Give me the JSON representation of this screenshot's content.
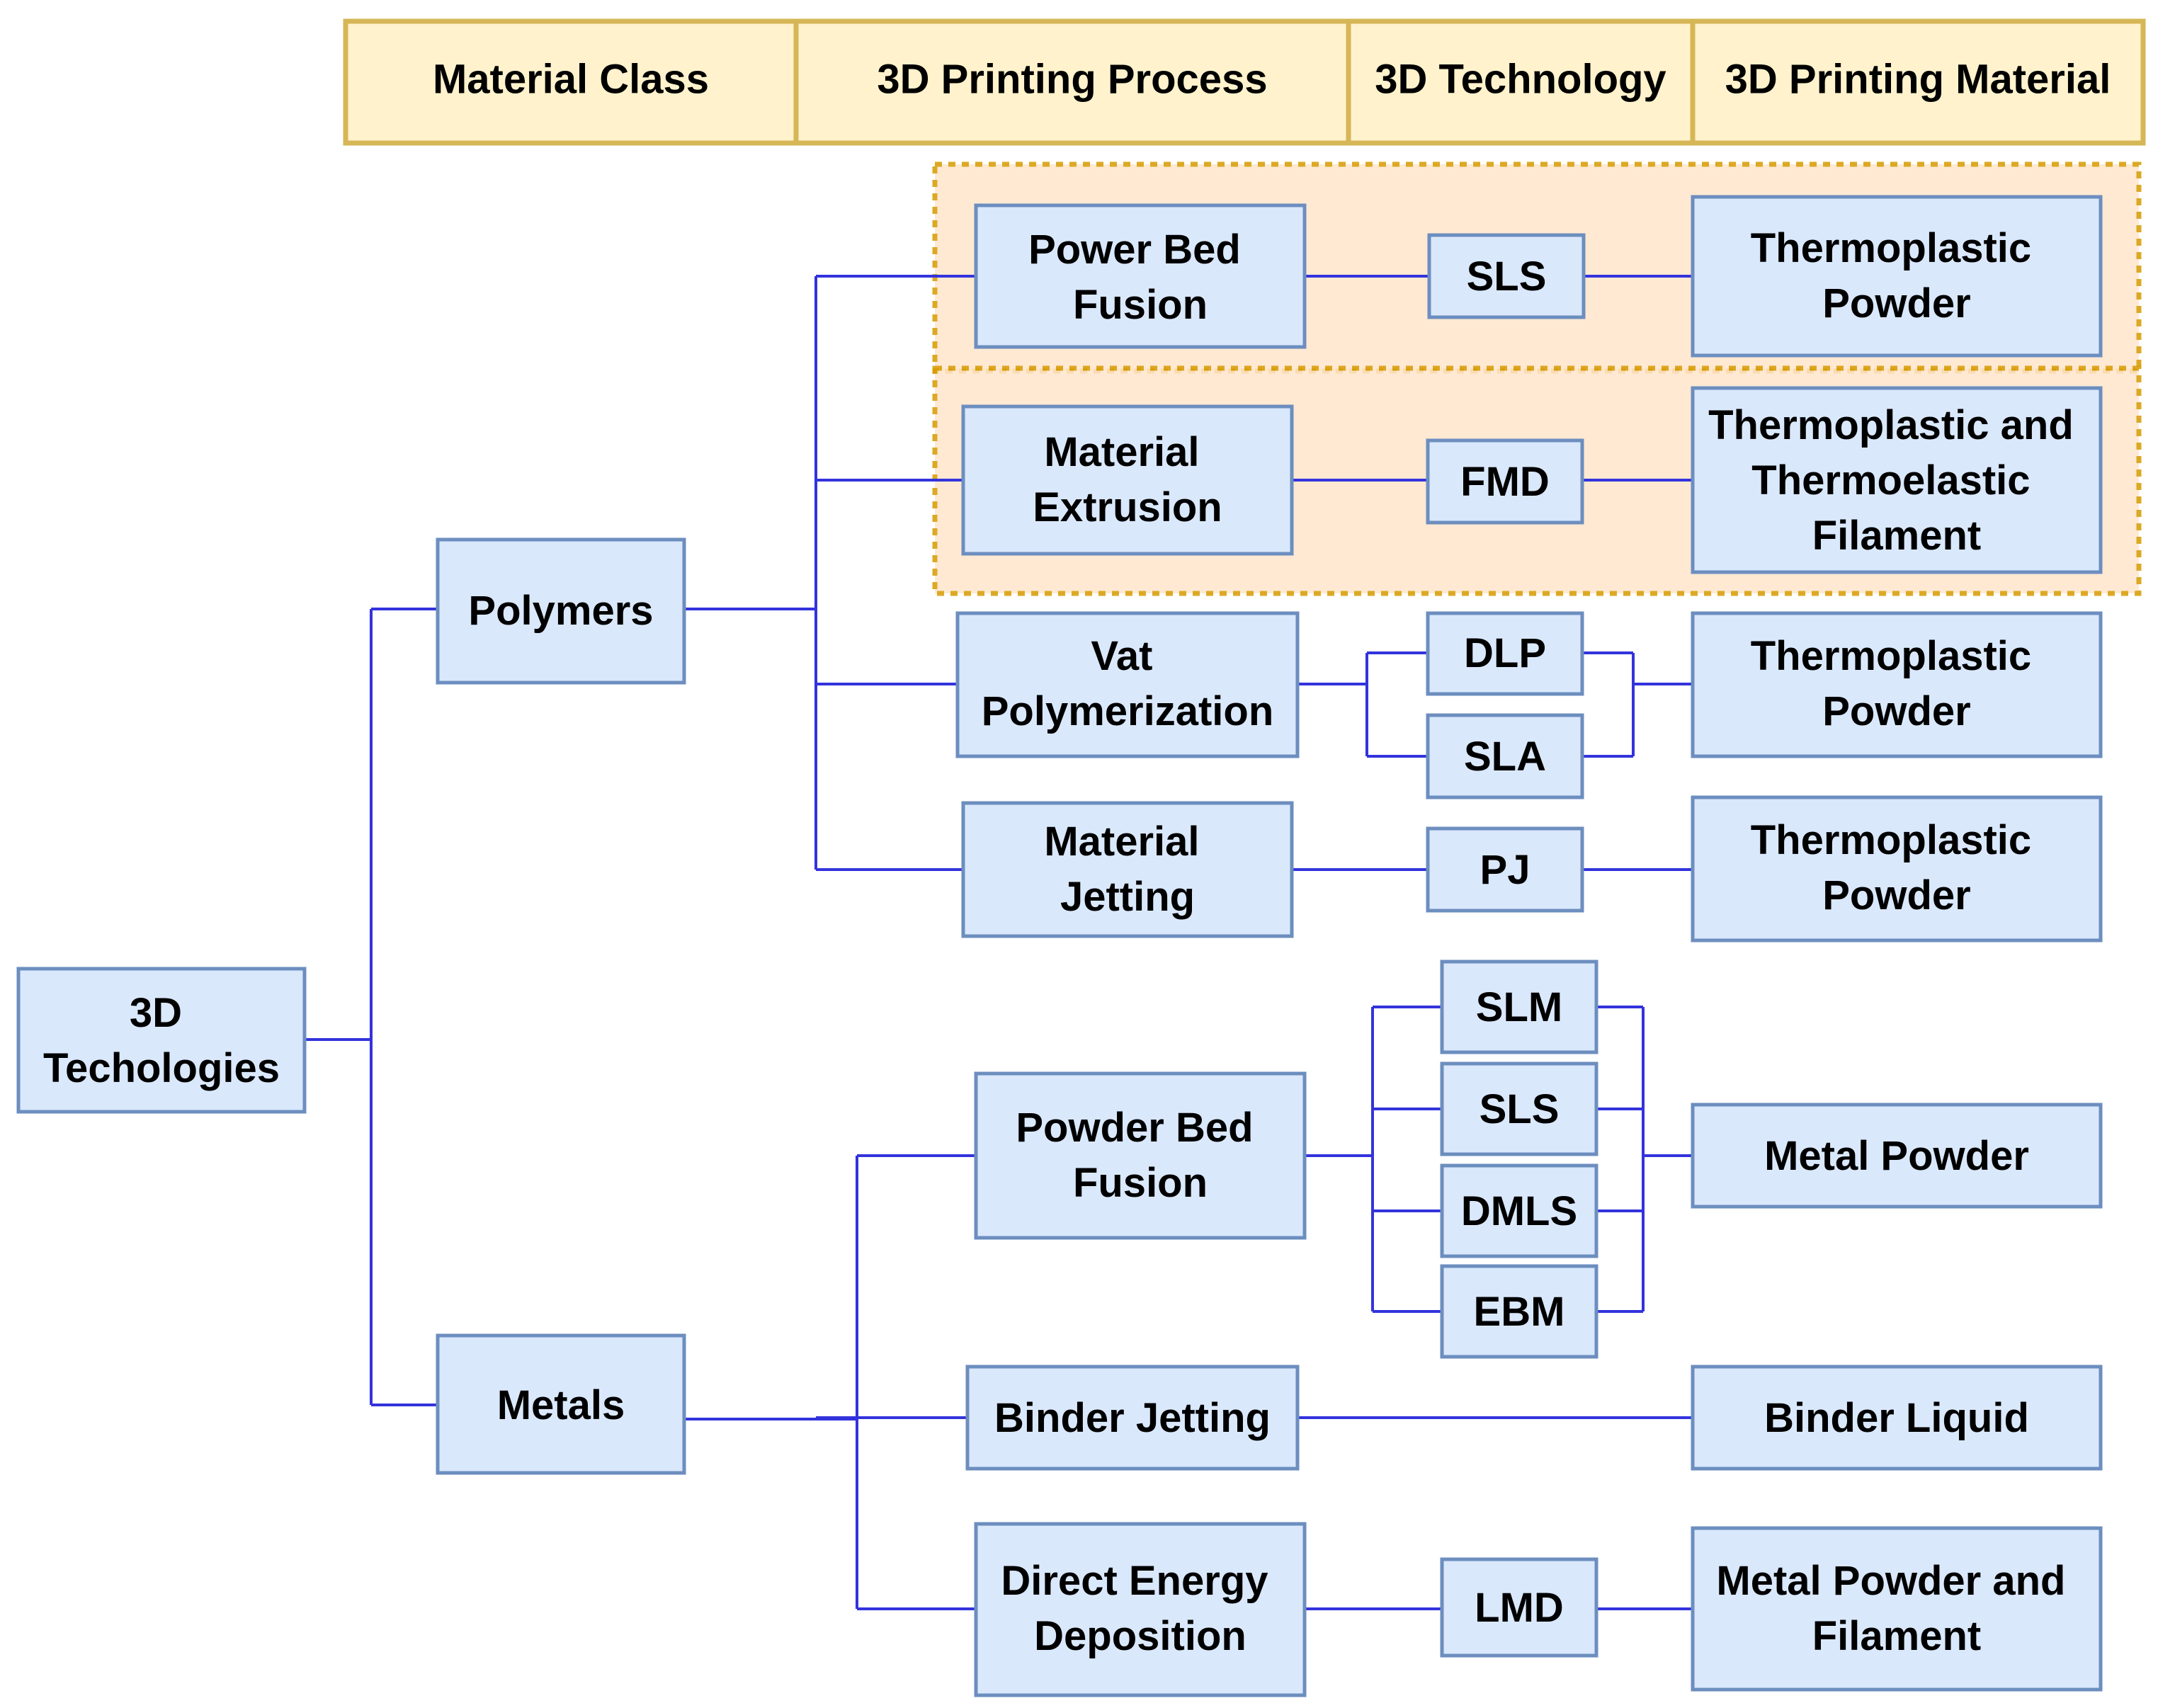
{
  "header": {
    "col1": "Material Class",
    "col2": "3D Printing Process",
    "col3": "3D Technology",
    "col4": "3D Printing Material"
  },
  "root": [
    "3D",
    "Techologies"
  ],
  "classes": {
    "polymers": "Polymers",
    "metals": "Metals"
  },
  "processes": {
    "power_bed_fusion": [
      "Power Bed",
      "Fusion"
    ],
    "material_extrusion": [
      "Material",
      "Extrusion"
    ],
    "vat_polymerization": [
      "Vat",
      "Polymerization"
    ],
    "material_jetting": [
      "Material",
      "Jetting"
    ],
    "powder_bed_fusion": [
      "Powder Bed",
      "Fusion"
    ],
    "binder_jetting": "Binder Jetting",
    "direct_energy_deposition": [
      "Direct Energy",
      "Deposition"
    ]
  },
  "technologies": {
    "sls_polymer": "SLS",
    "fmd": "FMD",
    "dlp": "DLP",
    "sla": "SLA",
    "pj": "PJ",
    "slm": "SLM",
    "sls_metal": "SLS",
    "dmls": "DMLS",
    "ebm": "EBM",
    "lmd": "LMD"
  },
  "materials": {
    "thermoplastic_powder_1": [
      "Thermoplastic",
      "Powder"
    ],
    "filament": [
      "Thermoplastic and",
      "Thermoelastic",
      "Filament"
    ],
    "thermoplastic_powder_2": [
      "Thermoplastic",
      "Powder"
    ],
    "thermoplastic_powder_3": [
      "Thermoplastic",
      "Powder"
    ],
    "metal_powder": "Metal Powder",
    "binder_liquid": "Binder Liquid",
    "metal_powder_filament": [
      "Metal Powder and",
      "Filament"
    ]
  },
  "colors": {
    "header_fill": "#fff2cc",
    "header_border": "#d6b656",
    "node_fill": "#dae8fc",
    "node_border": "#6c8ebf",
    "group_fill": "#ffe6cc",
    "group_border": "#d79b00",
    "edge": "#3333dd"
  }
}
